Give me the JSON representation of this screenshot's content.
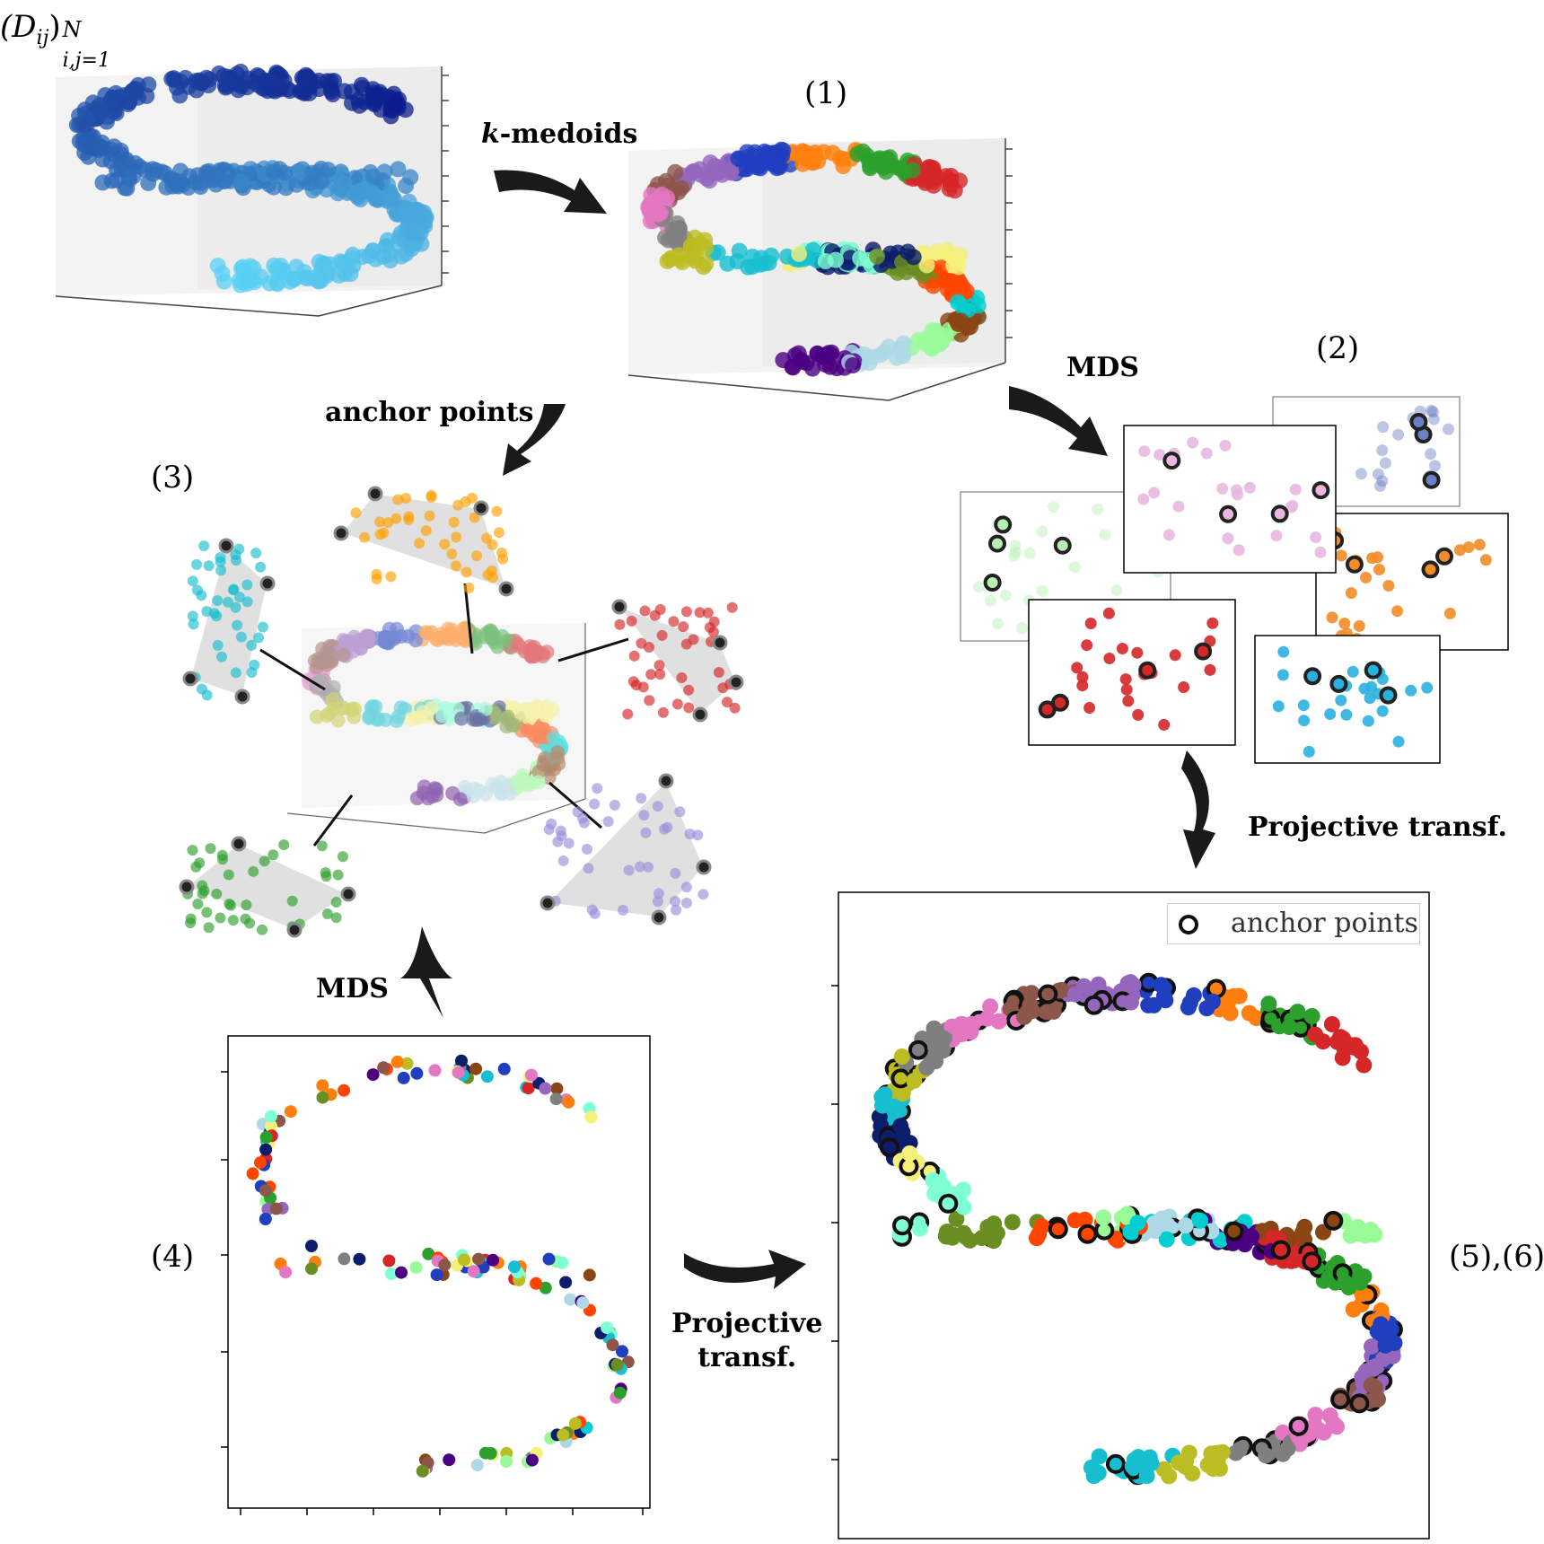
{
  "labels": {
    "distance_matrix": "(D",
    "distance_sub": "ij",
    "distance_paren": ")",
    "distance_sup": "N",
    "distance_range": "i,j=1",
    "step1": "(1)",
    "step2": "(2)",
    "step3": "(3)",
    "step4": "(4)",
    "step56": "(5),(6)",
    "kmedoids_k": "k",
    "kmedoids_rest": "-medoids",
    "anchor_points": "anchor points",
    "mds_top": "MDS",
    "mds_bottom": "MDS",
    "projective_right": "Projective transf.",
    "projective_left_line1": "Projective",
    "projective_left_line2": "transf.",
    "legend_anchor": "anchor points"
  },
  "colors": {
    "arrow": "#1a1a1a",
    "anchor_ring": "#111111",
    "cluster_palette": [
      "#d62728",
      "#2ca02c",
      "#ff7f0e",
      "#1f3fbf",
      "#9467bd",
      "#8c564b",
      "#e377c2",
      "#7f7f7f",
      "#bcbd22",
      "#17becf",
      "#0b1d6b",
      "#f5f07a",
      "#7fffd4",
      "#6b8e23",
      "#ff4500",
      "#00ced1",
      "#8b4513",
      "#98fb98",
      "#add8e6",
      "#4b0082"
    ]
  },
  "icons": {
    "arrow": "curved-arrow-icon",
    "legend_marker": "open-circle-icon"
  }
}
